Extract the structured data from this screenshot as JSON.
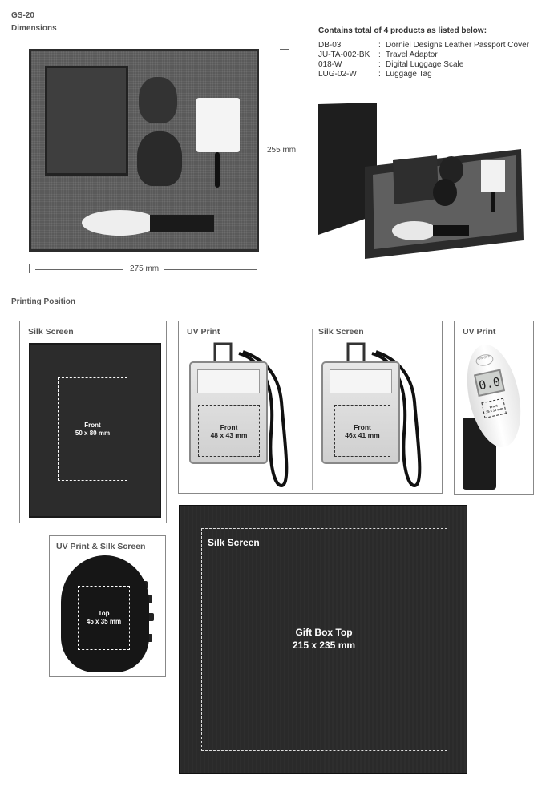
{
  "header": {
    "code": "GS-20",
    "subtitle": "Dimensions"
  },
  "dimensions": {
    "height": "255 mm",
    "width": "275 mm"
  },
  "contents": {
    "title": "Contains total of 4 products as listed below:",
    "items": [
      {
        "code": "DB-03",
        "sep": ":",
        "name": "Dorniel Designs Leather Passport Cover"
      },
      {
        "code": "JU-TA-002-BK",
        "sep": ":",
        "name": "Travel Adaptor"
      },
      {
        "code": "018-W",
        "sep": ":",
        "name": "Digital Luggage Scale"
      },
      {
        "code": "LUG-02-W",
        "sep": ":",
        "name": "Luggage Tag"
      }
    ]
  },
  "printing": {
    "title": "Printing Position",
    "passport": {
      "method": "Silk Screen",
      "area": "Front",
      "size": "50 x 80 mm"
    },
    "tag_uv": {
      "method": "UV Print",
      "area": "Front",
      "size": "48 x 43 mm"
    },
    "tag_silk": {
      "method": "Silk Screen",
      "area": "Front",
      "size": "46x 41 mm"
    },
    "scale": {
      "method": "UV Print",
      "area": "Front",
      "size": "15 x 10 mm",
      "button": "ON OFF",
      "display": "0.0"
    },
    "adaptor": {
      "method": "UV Print & Silk Screen",
      "area": "Top",
      "size": "45 x 35 mm"
    },
    "giftbox": {
      "method": "Silk Screen",
      "area": "Gift Box Top",
      "size": "215 x 235 mm"
    }
  }
}
